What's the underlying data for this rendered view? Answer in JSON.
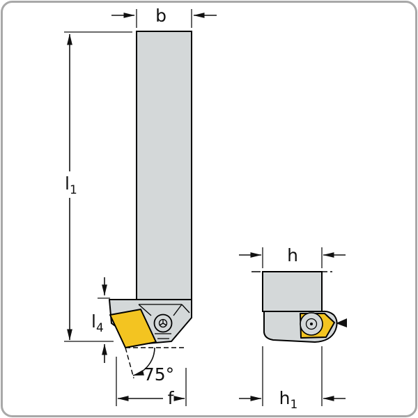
{
  "drawing": {
    "type": "technical-dimension-drawing",
    "subject": "turning-tool-holder-with-indexable-insert",
    "views": {
      "front": {
        "dimensions": {
          "b": {
            "label": "b"
          },
          "l1": {
            "base": "l",
            "sub": "1"
          },
          "l4": {
            "base": "l",
            "sub": "4"
          },
          "f": {
            "label": "f"
          },
          "angle": {
            "label": "75°"
          }
        }
      },
      "side": {
        "dimensions": {
          "h": {
            "label": "h"
          },
          "h1": {
            "base": "h",
            "sub": "1"
          }
        }
      }
    },
    "colors": {
      "body": "#d4d8d9",
      "insert": "#f3c421",
      "outline": "#000000",
      "frame": "#a8a8a8"
    }
  }
}
